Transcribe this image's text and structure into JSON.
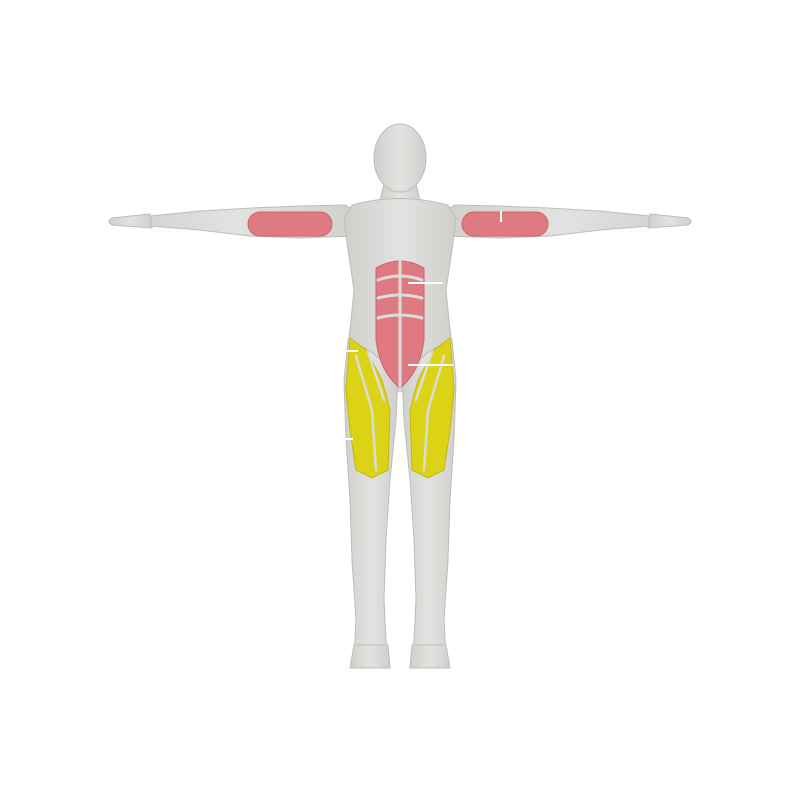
{
  "colors": {
    "background": "#ffffff",
    "body": "#dcdcda",
    "body_shade": "#c9c9c6",
    "body_outline": "#bdbdba",
    "primary_muscle": "#e07a82",
    "primary_muscle_edge": "#d0606a",
    "secondary_muscle": "#dcd216",
    "secondary_muscle_edge": "#c2b80e",
    "marker": "#ffffff"
  },
  "muscle_groups": [
    {
      "name": "biceps",
      "side": "left",
      "color": "primary_muscle"
    },
    {
      "name": "biceps",
      "side": "right",
      "color": "primary_muscle"
    },
    {
      "name": "abdominals",
      "color": "primary_muscle"
    },
    {
      "name": "quadriceps",
      "side": "left",
      "color": "secondary_muscle"
    },
    {
      "name": "quadriceps",
      "side": "right",
      "color": "secondary_muscle"
    }
  ],
  "markers": [
    {
      "name": "marker-right-arm"
    },
    {
      "name": "marker-abs-upper"
    },
    {
      "name": "marker-abs-lower"
    },
    {
      "name": "marker-left-hip"
    },
    {
      "name": "marker-left-thigh"
    }
  ]
}
